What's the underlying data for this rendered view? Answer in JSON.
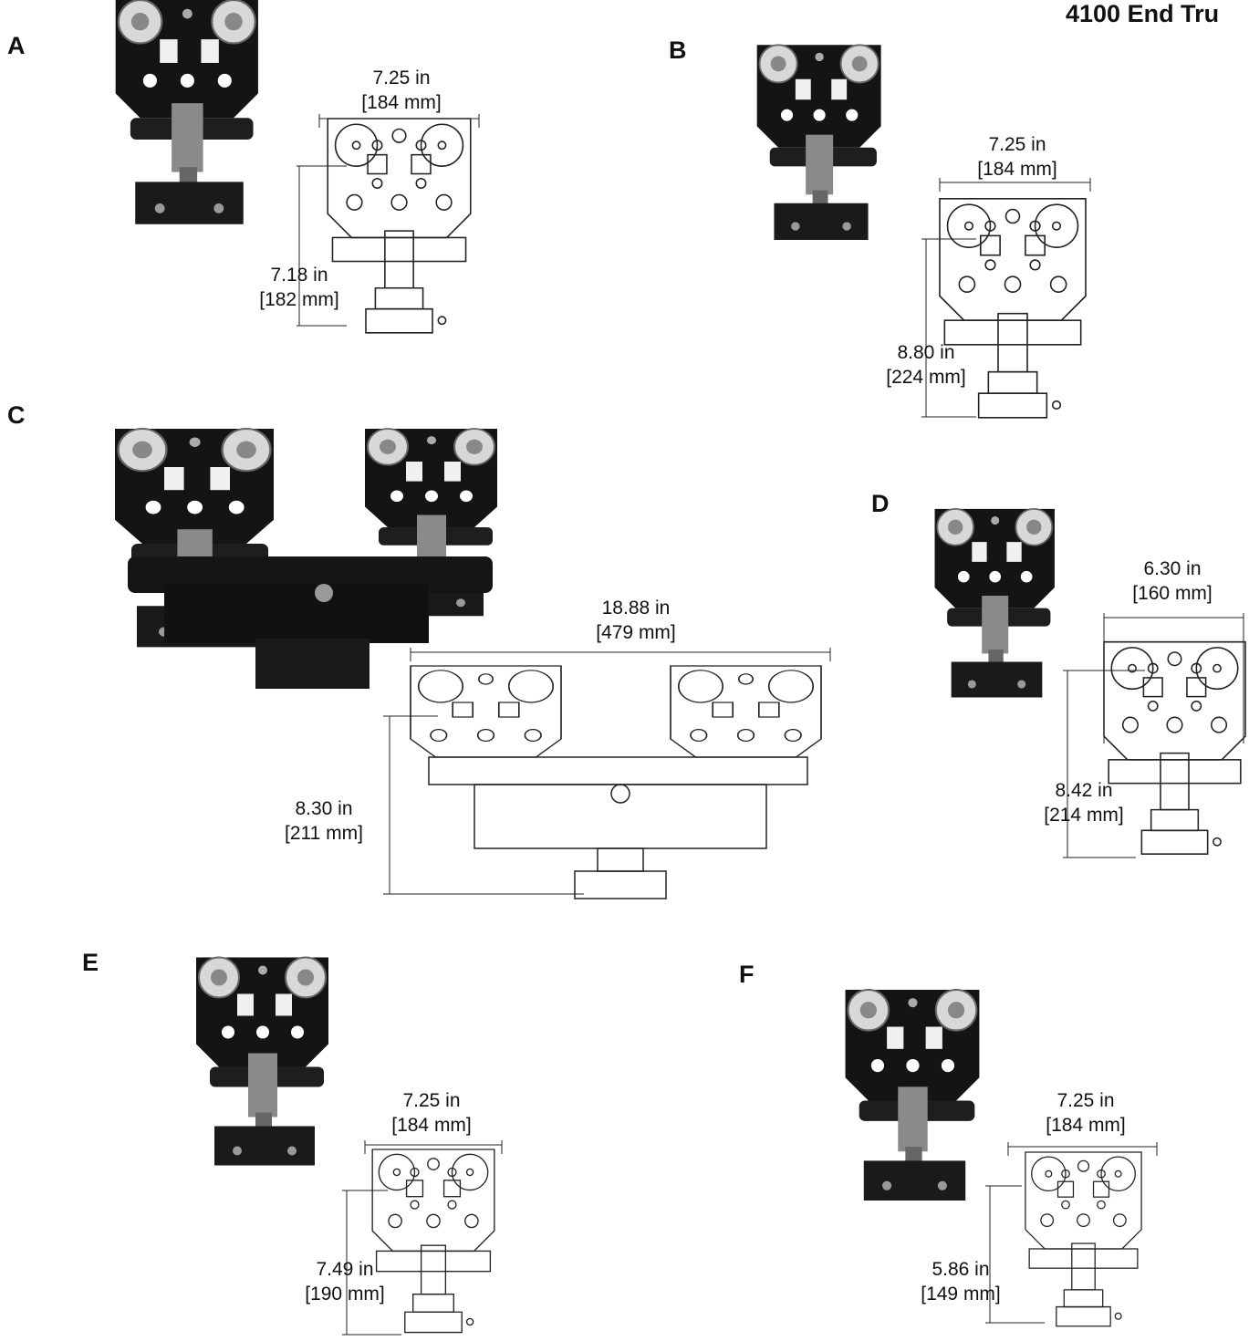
{
  "title": "4100 End Tru",
  "variants": [
    {
      "letter": "A",
      "width_in": "7.25 in",
      "width_mm": "[184 mm]",
      "height_in": "7.18 in",
      "height_mm": "[182 mm]"
    },
    {
      "letter": "B",
      "width_in": "7.25 in",
      "width_mm": "[184 mm]",
      "height_in": "8.80 in",
      "height_mm": "[224 mm]"
    },
    {
      "letter": "C",
      "width_in": "18.88 in",
      "width_mm": "[479 mm]",
      "height_in": "8.30 in",
      "height_mm": "[211 mm]"
    },
    {
      "letter": "D",
      "width_in": "6.30 in",
      "width_mm": "[160 mm]",
      "height_in": "8.42 in",
      "height_mm": "[214 mm]"
    },
    {
      "letter": "E",
      "width_in": "7.25 in",
      "width_mm": "[184 mm]",
      "height_in": "7.49 in",
      "height_mm": "[190 mm]"
    },
    {
      "letter": "F",
      "width_in": "7.25 in",
      "width_mm": "[184 mm]",
      "height_in": "5.86 in",
      "height_mm": "[149 mm]"
    }
  ]
}
